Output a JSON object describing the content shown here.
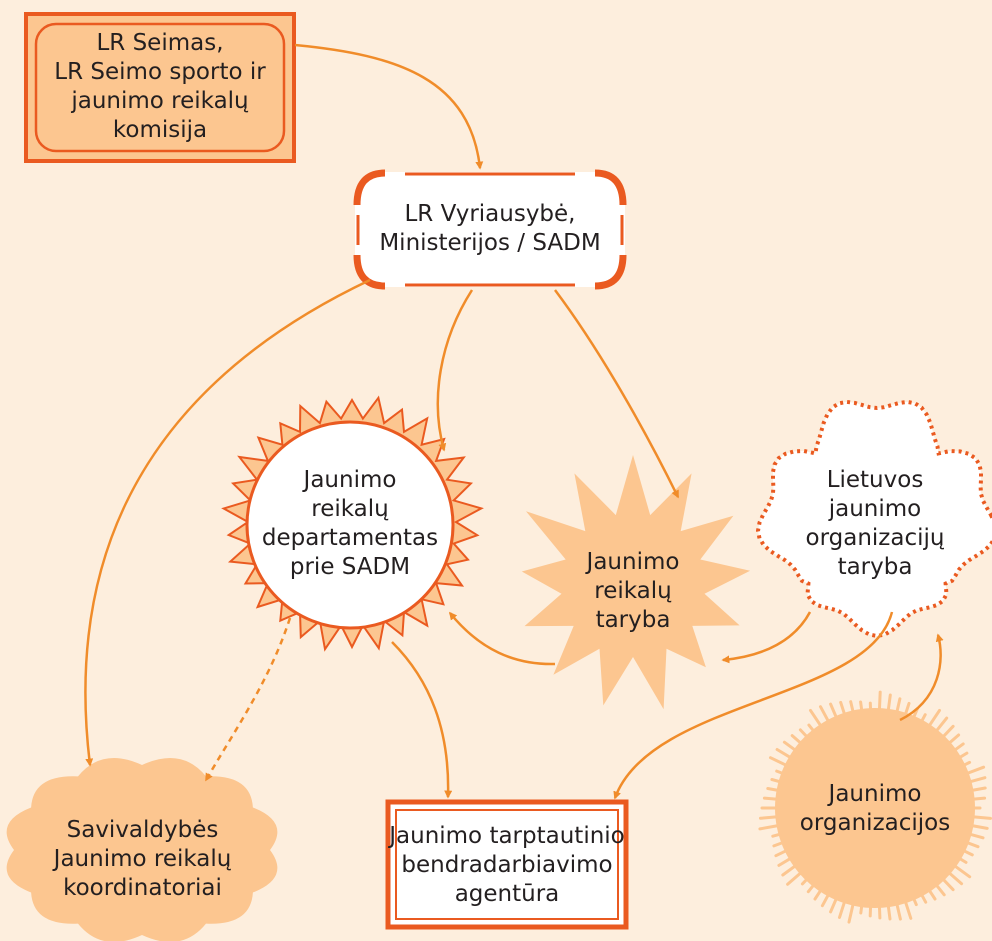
{
  "colors": {
    "background": "#fdeedd",
    "orange": "#f08c2a",
    "dark_orange": "#ea5a20",
    "peach": "#fcc690",
    "white": "#ffffff"
  },
  "nodes": {
    "seimas": {
      "lines": [
        "LR Seimas,",
        "LR Seimo sporto ir",
        "jaunimo reikalų",
        "komisija"
      ]
    },
    "vyriausybe": {
      "lines": [
        "LR Vyriausybė,",
        "Ministerijos / SADM"
      ]
    },
    "departamentas": {
      "lines": [
        "Jaunimo",
        "reikalų",
        "departamentas",
        "prie SADM"
      ]
    },
    "taryba": {
      "lines": [
        "Jaunimo",
        "reikalų",
        "taryba"
      ]
    },
    "ljot": {
      "lines": [
        "Lietuvos",
        "jaunimo",
        "organizacijų",
        "taryba"
      ]
    },
    "savivaldybes": {
      "lines": [
        "Savivaldybės",
        "Jaunimo reikalų",
        "koordinatoriai"
      ]
    },
    "agentura": {
      "lines": [
        "Jaunimo tarptautinio",
        "bendradarbiavimo",
        "agentūra"
      ]
    },
    "organizacijos": {
      "lines": [
        "Jaunimo",
        "organizacijos"
      ]
    }
  },
  "edges": [
    {
      "from": "seimas",
      "to": "vyriausybe",
      "style": "solid"
    },
    {
      "from": "vyriausybe",
      "to": "savivaldybes",
      "style": "solid"
    },
    {
      "from": "vyriausybe",
      "to": "departamentas",
      "style": "solid"
    },
    {
      "from": "vyriausybe",
      "to": "taryba",
      "style": "solid"
    },
    {
      "from": "taryba",
      "to": "departamentas",
      "style": "solid"
    },
    {
      "from": "ljot",
      "to": "taryba",
      "style": "solid"
    },
    {
      "from": "ljot",
      "to": "agentura",
      "style": "solid"
    },
    {
      "from": "organizacijos",
      "to": "ljot",
      "style": "solid"
    },
    {
      "from": "departamentas",
      "to": "agentura",
      "style": "solid"
    },
    {
      "from": "departamentas",
      "to": "savivaldybes",
      "style": "dashed"
    }
  ]
}
